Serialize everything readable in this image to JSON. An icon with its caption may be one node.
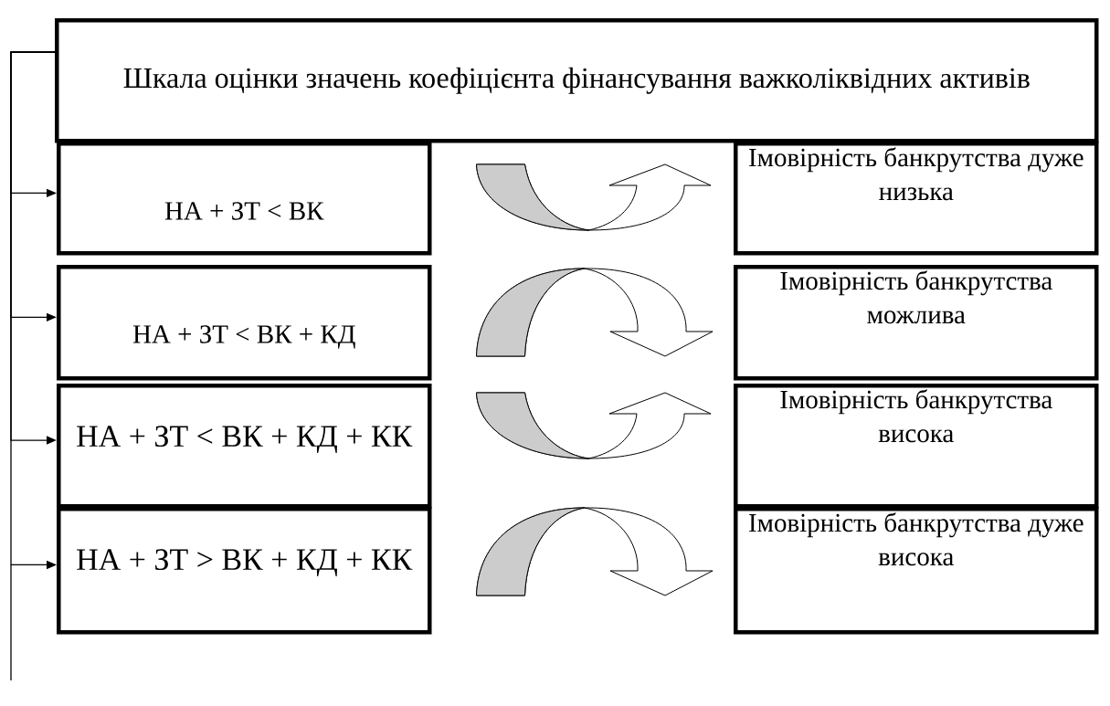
{
  "diagram": {
    "nodes": [
      {
        "text": [
          "Шкала оцінки значень коефіцієнта фінансування важколіквідних активів"
        ]
      },
      {
        "text": [
          "НА + ЗТ < ВК"
        ]
      },
      {
        "text": [
          "Імовірність банкрутства дуже низька"
        ]
      },
      {
        "text": [
          "НА + ЗТ < ВК + КД"
        ]
      },
      {
        "text": [
          "Імовірність банкрутства можлива"
        ]
      },
      {
        "text": [
          "НА + ЗТ < ВК + КД + КК"
        ]
      },
      {
        "text": [
          "Імовірність банкрутства висока"
        ]
      },
      {
        "text": [
          "НА + ЗТ > ВК + КД + КК"
        ]
      },
      {
        "text": [
          "Імовірність банкрутства дуже висока"
        ]
      }
    ],
    "edges": [
      {
        "from": 0,
        "to": 1,
        "arrow": "to"
      },
      {
        "from": 0,
        "to": 3,
        "arrow": "to"
      },
      {
        "from": 0,
        "to": 5,
        "arrow": "to"
      },
      {
        "from": 0,
        "to": 7,
        "arrow": "to"
      },
      {
        "from": 1,
        "to": 2,
        "arrow": "to"
      },
      {
        "from": 3,
        "to": 4,
        "arrow": "to"
      },
      {
        "from": 5,
        "to": 6,
        "arrow": "to"
      },
      {
        "from": 7,
        "to": 8,
        "arrow": "to"
      }
    ]
  }
}
